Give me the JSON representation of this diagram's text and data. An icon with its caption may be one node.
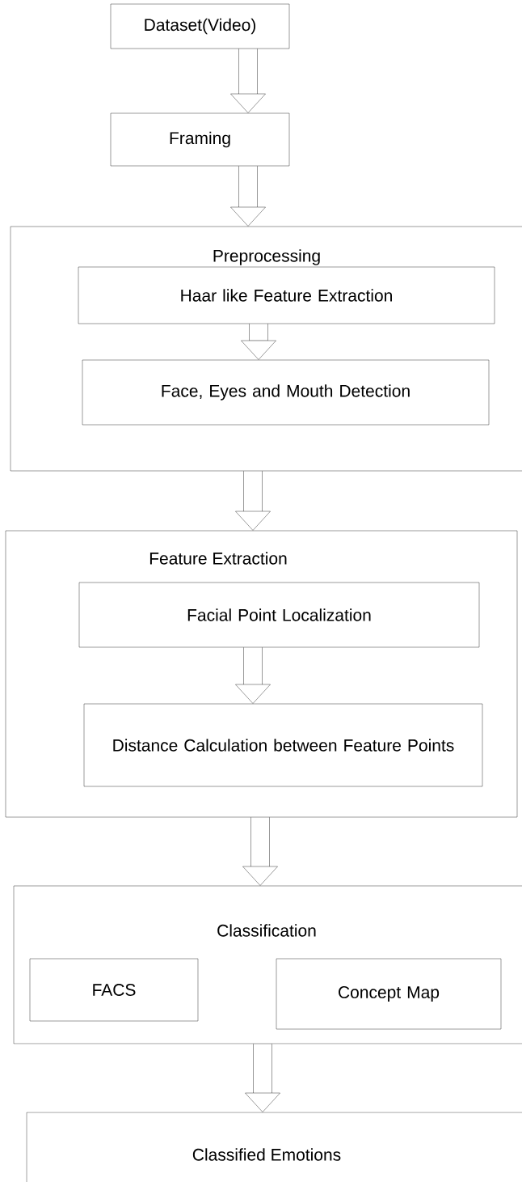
{
  "diagram": {
    "nodes": [
      {
        "text": [
          "Dataset(Video)"
        ]
      },
      {
        "text": [
          "Framing"
        ]
      },
      {
        "text": [
          "Preprocessing"
        ]
      },
      {
        "text": [
          "Haar like Feature Extraction"
        ],
        "in": 2
      },
      {
        "text": [
          "Face, Eyes and Mouth Detection"
        ],
        "in": 2
      },
      {
        "text": [
          "Feature Extraction"
        ]
      },
      {
        "text": [
          "Facial Point Localization"
        ],
        "in": 5
      },
      {
        "text": [
          "Distance Calculation between Feature Points"
        ],
        "in": 5
      },
      {
        "text": [
          "Classification"
        ]
      },
      {
        "text": [
          "FACS"
        ],
        "in": 8
      },
      {
        "text": [
          "Concept Map"
        ],
        "in": 8
      },
      {
        "text": [
          "Classified Emotions"
        ]
      }
    ],
    "edges": [
      {
        "from": 0,
        "to": 1,
        "arrow": "to"
      },
      {
        "from": 1,
        "to": 2,
        "arrow": "to"
      },
      {
        "from": 3,
        "to": 4,
        "arrow": "to"
      },
      {
        "from": 2,
        "to": 5,
        "arrow": "to"
      },
      {
        "from": 6,
        "to": 7,
        "arrow": "to"
      },
      {
        "from": 5,
        "to": 8,
        "arrow": "to"
      },
      {
        "from": 8,
        "to": 11,
        "arrow": "to"
      }
    ]
  }
}
